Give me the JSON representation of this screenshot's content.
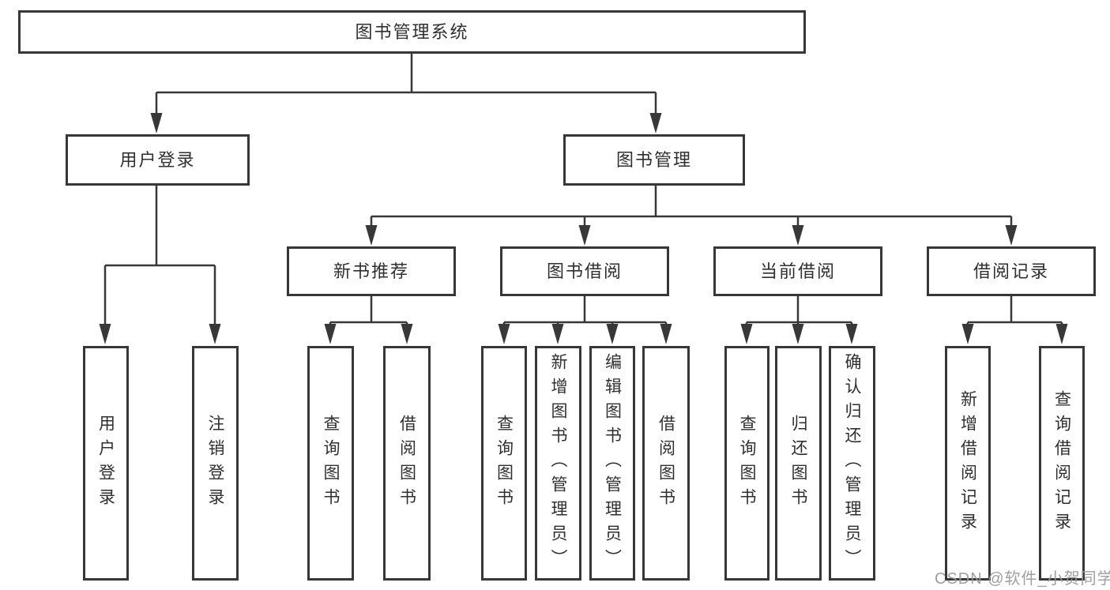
{
  "diagram": {
    "watermark": "CSDN @软件_小贺同学",
    "colors": {
      "background": "#ffffff",
      "line": "#383838",
      "box_border": "#373737",
      "text": "#2f2f2f",
      "watermark": "#9a9a9c"
    },
    "tree": {
      "label": "图书管理系统",
      "children": [
        {
          "label": "用户登录",
          "children": [
            {
              "label": "用户登录"
            },
            {
              "label": "注销登录"
            }
          ]
        },
        {
          "label": "图书管理",
          "children": [
            {
              "label": "新书推荐",
              "children": [
                {
                  "label": "查询图书"
                },
                {
                  "label": "借阅图书"
                }
              ]
            },
            {
              "label": "图书借阅",
              "children": [
                {
                  "label": "查询图书"
                },
                {
                  "label": "新增图书（管理员）"
                },
                {
                  "label": "编辑图书（管理员）"
                },
                {
                  "label": "借阅图书"
                }
              ]
            },
            {
              "label": "当前借阅",
              "children": [
                {
                  "label": "查询图书"
                },
                {
                  "label": "归还图书"
                },
                {
                  "label": "确认归还（管理员）"
                }
              ]
            },
            {
              "label": "借阅记录",
              "children": [
                {
                  "label": "新增借阅记录"
                },
                {
                  "label": "查询借阅记录"
                }
              ]
            }
          ]
        }
      ]
    }
  }
}
